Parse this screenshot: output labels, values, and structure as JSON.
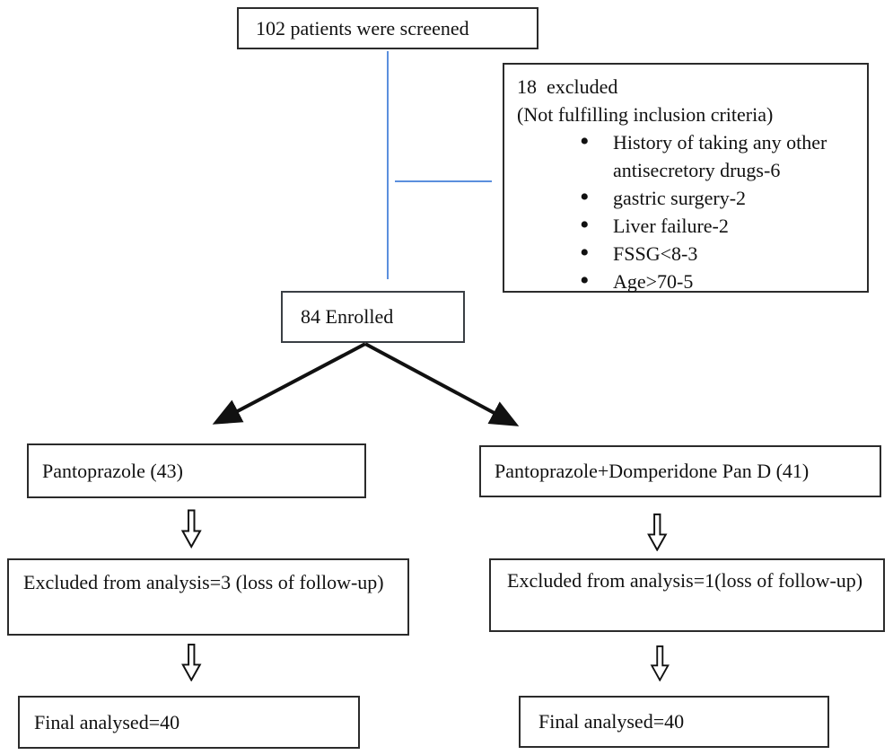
{
  "flowchart": {
    "title_hint": "Patient enrollment flow diagram",
    "screened": {
      "text": "102 patients were screened"
    },
    "excluded_top": {
      "line1": "18  excluded",
      "line2": "(Not fulfilling inclusion criteria)",
      "bullets": [
        "History of taking any other antisecretory drugs-6",
        "gastric surgery-2",
        "Liver failure-2",
        "FSSG<8-3",
        "Age>70-5"
      ]
    },
    "enrolled": {
      "text": "84 Enrolled"
    },
    "left_arm": {
      "group": "Pantoprazole (43)",
      "excluded": "Excluded from analysis=3 (loss of follow-up)",
      "final": "Final analysed=40"
    },
    "right_arm": {
      "group": "Pantoprazole+Domperidone Pan D (41)",
      "excluded": "Excluded from analysis=1(loss of follow-up)",
      "final": "Final analysed=40"
    },
    "colors": {
      "connector_blue": "#5b8fdd",
      "arrow_black": "#111111",
      "box_border": "#2b2b2b",
      "background": "#ffffff"
    }
  }
}
